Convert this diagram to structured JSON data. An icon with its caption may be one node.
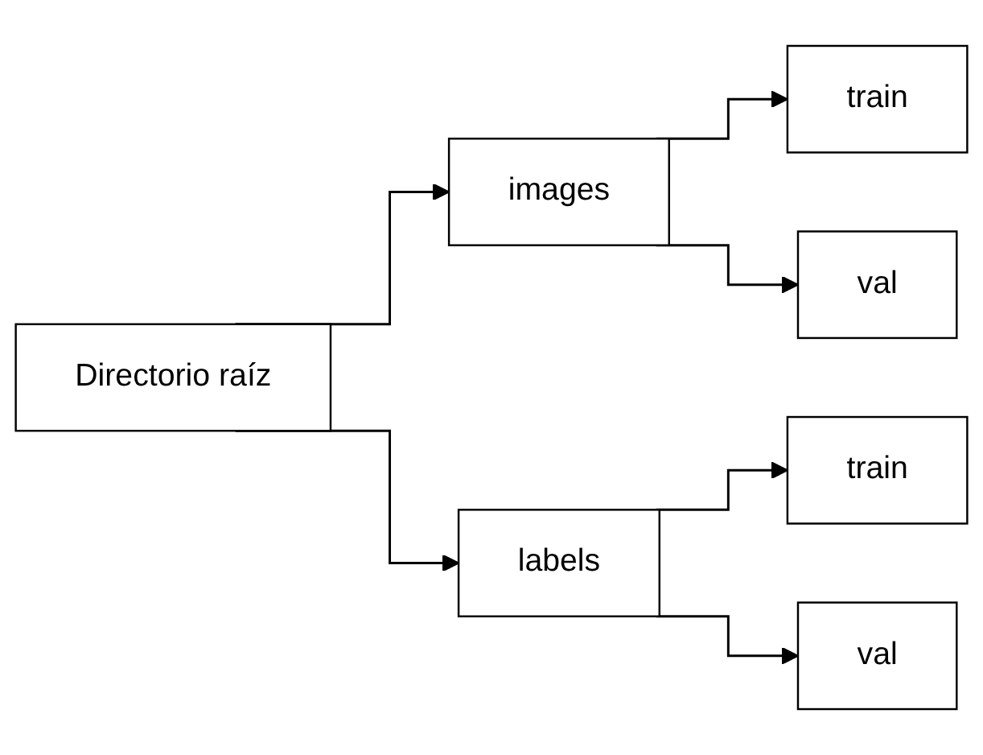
{
  "diagram": {
    "nodes": [
      {
        "text": [
          "Directorio raíz"
        ]
      },
      {
        "text": [
          "images"
        ]
      },
      {
        "text": [
          "labels"
        ]
      },
      {
        "text": [
          "train"
        ]
      },
      {
        "text": [
          "val"
        ]
      },
      {
        "text": [
          "train"
        ]
      },
      {
        "text": [
          "val"
        ]
      }
    ],
    "edges": [
      {
        "from": 0,
        "to": 1,
        "arrow": "to"
      },
      {
        "from": 0,
        "to": 2,
        "arrow": "to"
      },
      {
        "from": 1,
        "to": 3,
        "arrow": "to"
      },
      {
        "from": 1,
        "to": 4,
        "arrow": "to"
      },
      {
        "from": 2,
        "to": 5,
        "arrow": "to"
      },
      {
        "from": 2,
        "to": 6,
        "arrow": "to"
      }
    ]
  }
}
